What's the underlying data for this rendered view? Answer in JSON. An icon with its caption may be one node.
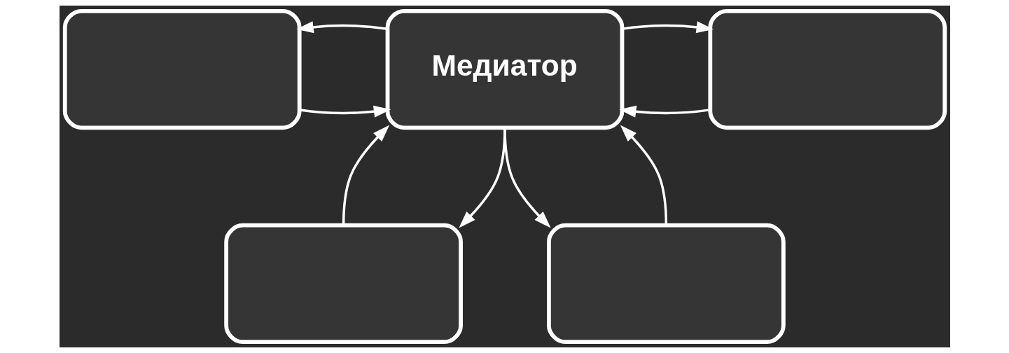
{
  "diagram": {
    "nodes": [
      {
        "text": [],
        "shape": "box"
      },
      {
        "text": [
          "Медиатор"
        ]
      },
      {
        "text": [],
        "shape": "box"
      },
      {
        "text": [],
        "shape": "box"
      },
      {
        "text": [],
        "shape": "box"
      }
    ],
    "edges": [
      {
        "from": 0,
        "to": 1,
        "arrow": "to"
      },
      {
        "from": 1,
        "to": 0,
        "arrow": "to"
      },
      {
        "from": 2,
        "to": 1,
        "arrow": "to"
      },
      {
        "from": 1,
        "to": 2,
        "arrow": "to"
      },
      {
        "from": 3,
        "to": 1,
        "arrow": "to"
      },
      {
        "from": 1,
        "to": 3,
        "arrow": "to"
      },
      {
        "from": 1,
        "to": 4,
        "arrow": "to"
      },
      {
        "from": 4,
        "to": 1,
        "arrow": "to"
      }
    ]
  }
}
